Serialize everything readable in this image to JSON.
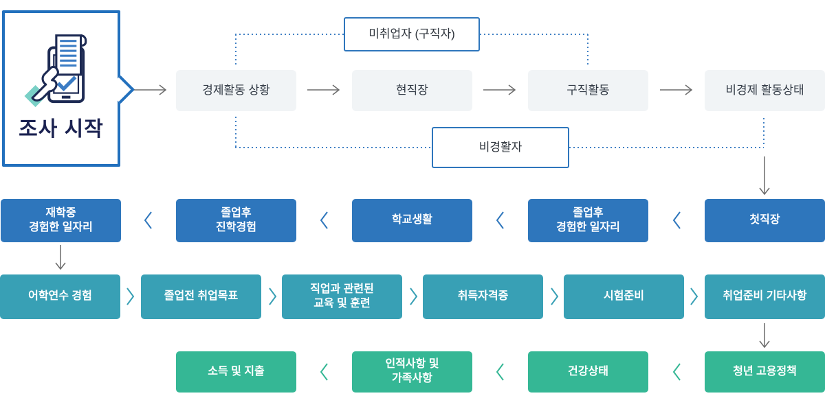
{
  "colors": {
    "primary_blue": "#2e76bc",
    "start_border_blue": "#2270bd",
    "teal": "#38a0b5",
    "green": "#35b795",
    "light_gray_box": "#f1f4f6",
    "dotted_line_blue": "#4080c4",
    "arrow_gray": "#6b6b6b",
    "start_text_navy": "#1a2150"
  },
  "start": {
    "label": "조사 시작",
    "icon": "survey-tablet-check-icon"
  },
  "economic_activity_flow": {
    "direction": "left-to-right",
    "items": [
      {
        "label": "경제활동 상황"
      },
      {
        "label": "현직장"
      },
      {
        "label": "구직활동"
      },
      {
        "label": "비경제 활동상태"
      }
    ],
    "branches": {
      "unemployed": {
        "label": "미취업자 (구직자)"
      },
      "economically_inactive": {
        "label": "비경활자"
      }
    }
  },
  "school_work_row": {
    "direction": "right-to-left",
    "items": [
      {
        "label": "재학중\n경험한 일자리"
      },
      {
        "label": "졸업후\n진학경험"
      },
      {
        "label": "학교생활"
      },
      {
        "label": "졸업후\n경험한 일자리"
      },
      {
        "label": "첫직장"
      }
    ]
  },
  "job_prep_row": {
    "direction": "left-to-right",
    "items": [
      {
        "label": "어학연수 경험"
      },
      {
        "label": "졸업전 취업목표"
      },
      {
        "label": "직업과 관련된\n교육 및 훈련"
      },
      {
        "label": "취득자격증"
      },
      {
        "label": "시험준비"
      },
      {
        "label": "취업준비 기타사항"
      }
    ]
  },
  "final_row": {
    "direction": "right-to-left",
    "items": [
      {
        "label": "소득 및 지출"
      },
      {
        "label": "인적사항 및\n가족사항"
      },
      {
        "label": "건강상태"
      },
      {
        "label": "청년 고용정책"
      }
    ]
  }
}
